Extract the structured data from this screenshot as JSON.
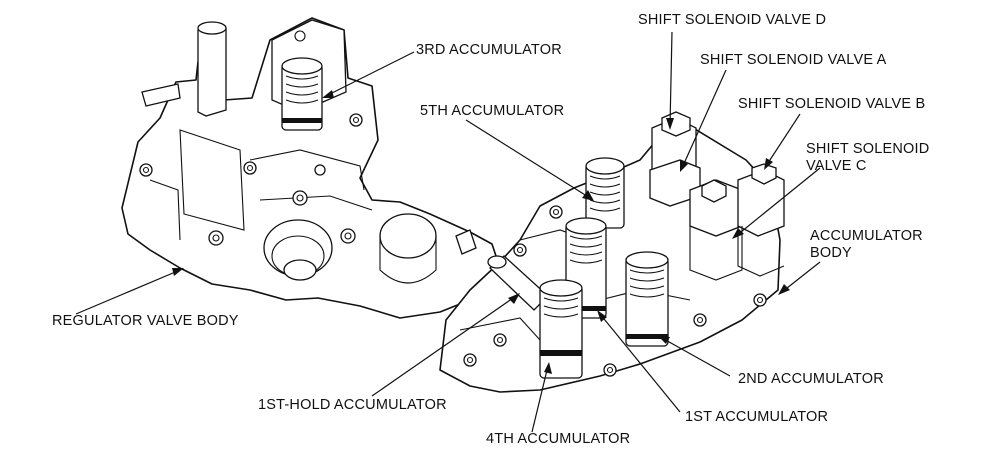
{
  "labels": {
    "third_accumulator": "3RD ACCUMULATOR",
    "fifth_accumulator": "5TH ACCUMULATOR",
    "shift_solenoid_d": "SHIFT SOLENOID VALVE D",
    "shift_solenoid_a": "SHIFT SOLENOID VALVE A",
    "shift_solenoid_b": "SHIFT SOLENOID VALVE B",
    "shift_solenoid_c_line1": "SHIFT SOLENOID",
    "shift_solenoid_c_line2": "VALVE C",
    "accumulator_body_line1": "ACCUMULATOR",
    "accumulator_body_line2": "BODY",
    "regulator_valve_body": "REGULATOR VALVE BODY",
    "second_accumulator": "2ND ACCUMULATOR",
    "first_hold_accumulator": "1ST-HOLD ACCUMULATOR",
    "first_accumulator": "1ST ACCUMULATOR",
    "fourth_accumulator": "4TH ACCUMULATOR"
  }
}
